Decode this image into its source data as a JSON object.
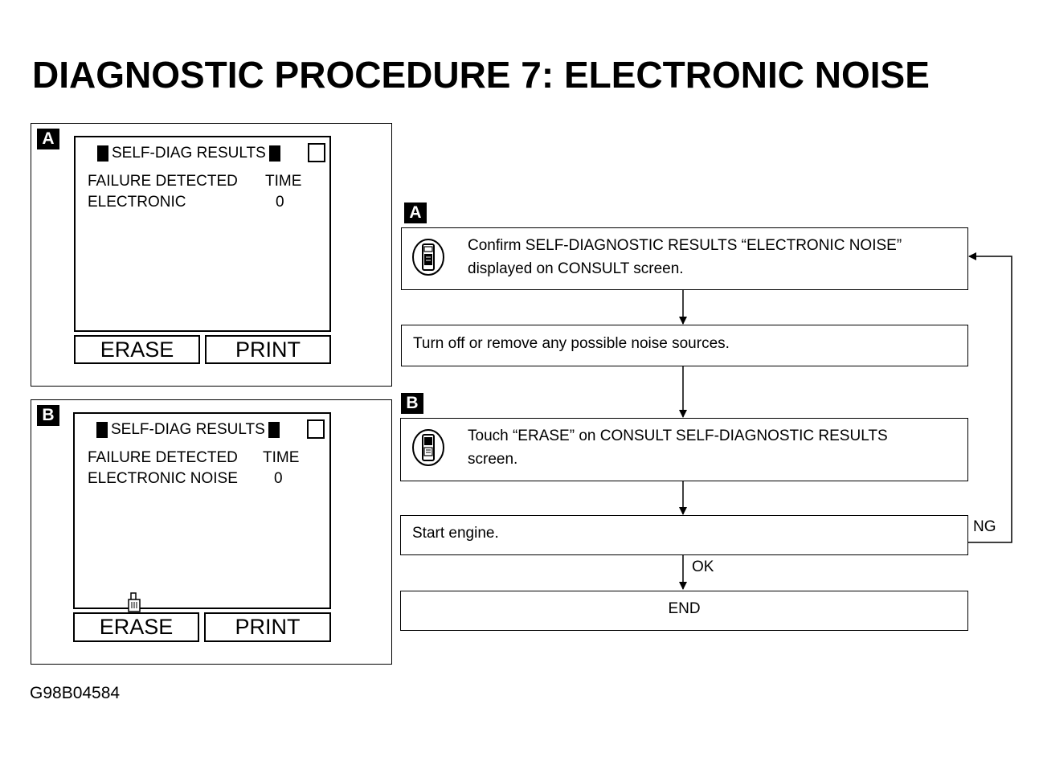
{
  "title": "DIAGNOSTIC PROCEDURE 7: ELECTRONIC NOISE",
  "figure_code": "G98B04584",
  "screens": {
    "a": {
      "badge": "A",
      "header": "SELF-DIAG RESULTS",
      "col_failure": "FAILURE DETECTED",
      "col_time": "TIME",
      "row_failure": "ELECTRONIC",
      "row_time": "0",
      "erase": "ERASE",
      "print": "PRINT"
    },
    "b": {
      "badge": "B",
      "header": "SELF-DIAG RESULTS",
      "col_failure": "FAILURE DETECTED",
      "col_time": "TIME",
      "row_failure": "ELECTRONIC NOISE",
      "row_time": "0",
      "erase": "ERASE",
      "print": "PRINT"
    }
  },
  "flow": {
    "badge_a": "A",
    "badge_b": "B",
    "step1_line1": "Confirm SELF-DIAGNOSTIC RESULTS “ELECTRONIC NOISE”",
    "step1_line2": "displayed on CONSULT screen.",
    "step2": "Turn off or remove any possible noise sources.",
    "step3_line1": "Touch “ERASE” on CONSULT SELF-DIAGNOSTIC RESULTS",
    "step3_line2": "screen.",
    "step4": "Start engine.",
    "end": "END",
    "ng": "NG",
    "ok": "OK"
  },
  "icons": {
    "consult_a": "consult-tester-icon",
    "consult_b": "consult-tester-icon",
    "touch": "finger-touch-icon"
  }
}
